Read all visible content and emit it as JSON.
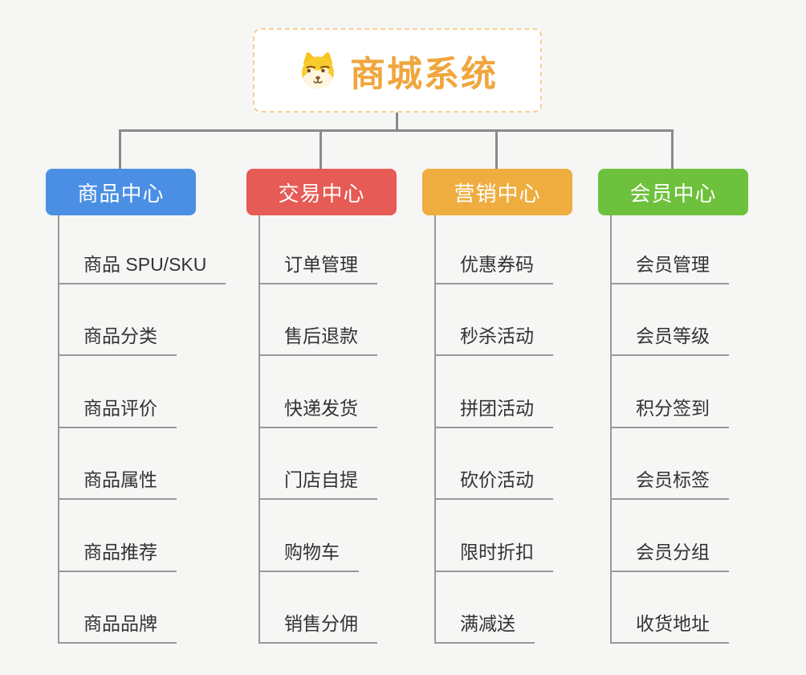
{
  "root": {
    "label": "商城系统",
    "icon": "dog-face-icon",
    "text_color": "#F0A63E",
    "border_color": "#F6CF96"
  },
  "branches": [
    {
      "label": "商品中心",
      "color": "#4A8FE4",
      "items": [
        "商品 SPU/SKU",
        "商品分类",
        "商品评价",
        "商品属性",
        "商品推荐",
        "商品品牌"
      ]
    },
    {
      "label": "交易中心",
      "color": "#E65B55",
      "items": [
        "订单管理",
        "售后退款",
        "快递发货",
        "门店自提",
        "购物车",
        "销售分佣"
      ]
    },
    {
      "label": "营销中心",
      "color": "#EFAD3F",
      "items": [
        "优惠券码",
        "秒杀活动",
        "拼团活动",
        "砍价活动",
        "限时折扣",
        "满减送"
      ]
    },
    {
      "label": "会员中心",
      "color": "#6EC13C",
      "items": [
        "会员管理",
        "会员等级",
        "积分签到",
        "会员标签",
        "会员分组",
        "收货地址"
      ]
    }
  ],
  "colors": {
    "background": "#F6F6F5",
    "connector_line": "#8A8A8A",
    "leaf_underline": "#999999",
    "leaf_text": "#333333",
    "header_text": "#FFFFFF"
  }
}
